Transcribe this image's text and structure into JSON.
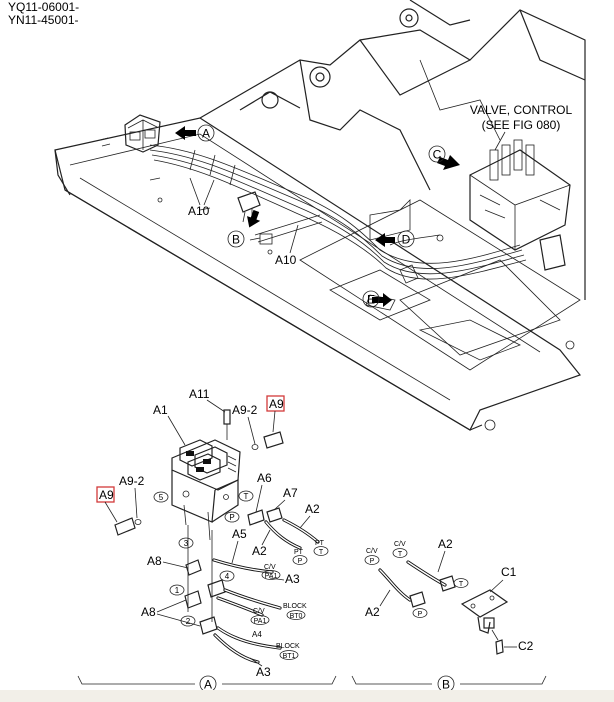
{
  "serials": [
    "YQ11-06001-",
    "YN11-45001-"
  ],
  "main": {
    "valve_label": [
      "VALVE, CONTROL",
      "(SEE FIG 080)"
    ],
    "callouts": [
      "A",
      "B",
      "C",
      "D",
      "E"
    ],
    "a10_label": "A10"
  },
  "detail_a": {
    "parts": {
      "a1": "A1",
      "a2": "A2",
      "a3": "A3",
      "a4": "A4",
      "a5": "A5",
      "a6": "A6",
      "a7": "A7",
      "a8": "A8",
      "a9": "A9",
      "a9_2": "A9-2",
      "a11": "A11"
    },
    "port_numbers": [
      "1",
      "2",
      "3",
      "4",
      "5"
    ],
    "port_letters": {
      "p": "P",
      "t": "T"
    },
    "tags": {
      "pt": "PT",
      "cv": "C/V",
      "pa1": "PA1",
      "block": "BLOCK",
      "bt0": "BT0",
      "bt1": "BT1"
    },
    "section_label": "A"
  },
  "detail_b": {
    "parts": {
      "a2": "A2",
      "c1": "C1",
      "c2": "C2"
    },
    "tags": {
      "cv": "C/V",
      "p": "P",
      "t": "T"
    },
    "section_label": "B"
  }
}
